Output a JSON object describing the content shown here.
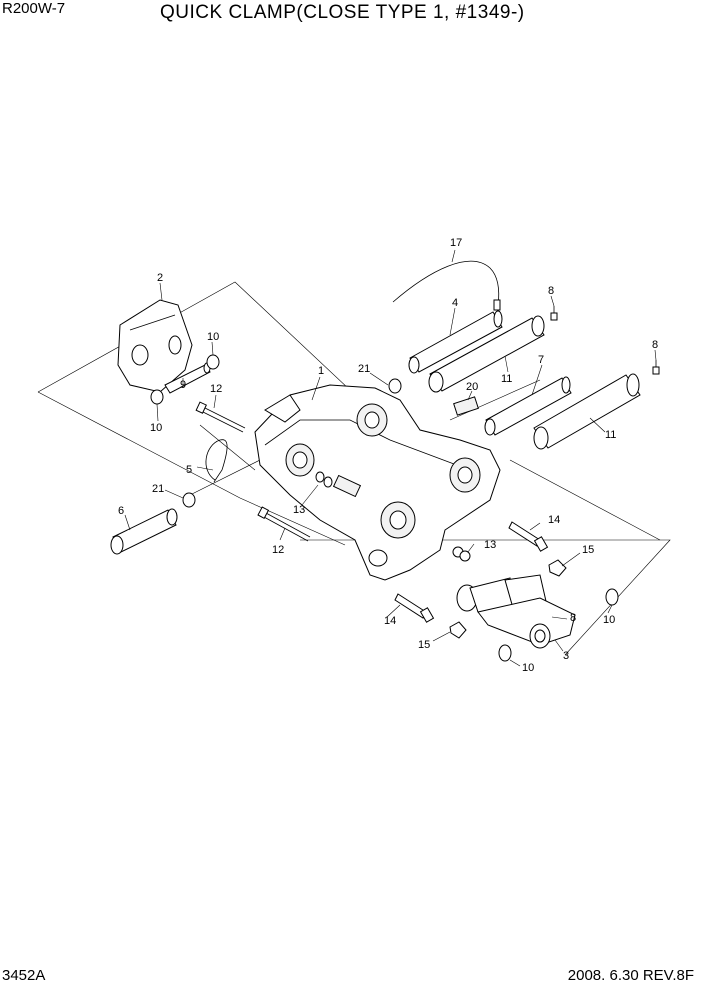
{
  "header": {
    "model": "R200W-7",
    "title": "QUICK CLAMP(CLOSE TYPE 1, #1349-)"
  },
  "footer": {
    "code": "3452A",
    "date_rev": "2008. 6.30  REV.8F"
  },
  "callouts": {
    "c1": "1",
    "c2": "2",
    "c3": "3",
    "c4": "4",
    "c5": "5",
    "c6": "6",
    "c7": "7",
    "c8a": "8",
    "c8b": "8",
    "c8c": "8",
    "c9": "9",
    "c10a": "10",
    "c10b": "10",
    "c10c": "10",
    "c10d": "10",
    "c11a": "11",
    "c11b": "11",
    "c12a": "12",
    "c12b": "12",
    "c13a": "13",
    "c13b": "13",
    "c14a": "14",
    "c14b": "14",
    "c15a": "15",
    "c15b": "15",
    "c17": "17",
    "c20": "20",
    "c21a": "21",
    "c21b": "21"
  }
}
